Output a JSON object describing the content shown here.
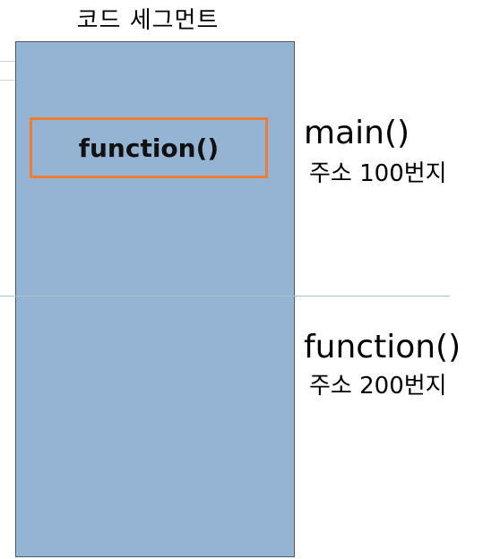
{
  "title": "코드 세그먼트",
  "segment": {
    "fill_color": "#95b3d2",
    "inner_box_label": "function()",
    "inner_box_border_color": "#ed7d31"
  },
  "labels": [
    {
      "name": "main()",
      "address": "주소 100번지"
    },
    {
      "name": "function()",
      "address": "주소 200번지"
    }
  ]
}
